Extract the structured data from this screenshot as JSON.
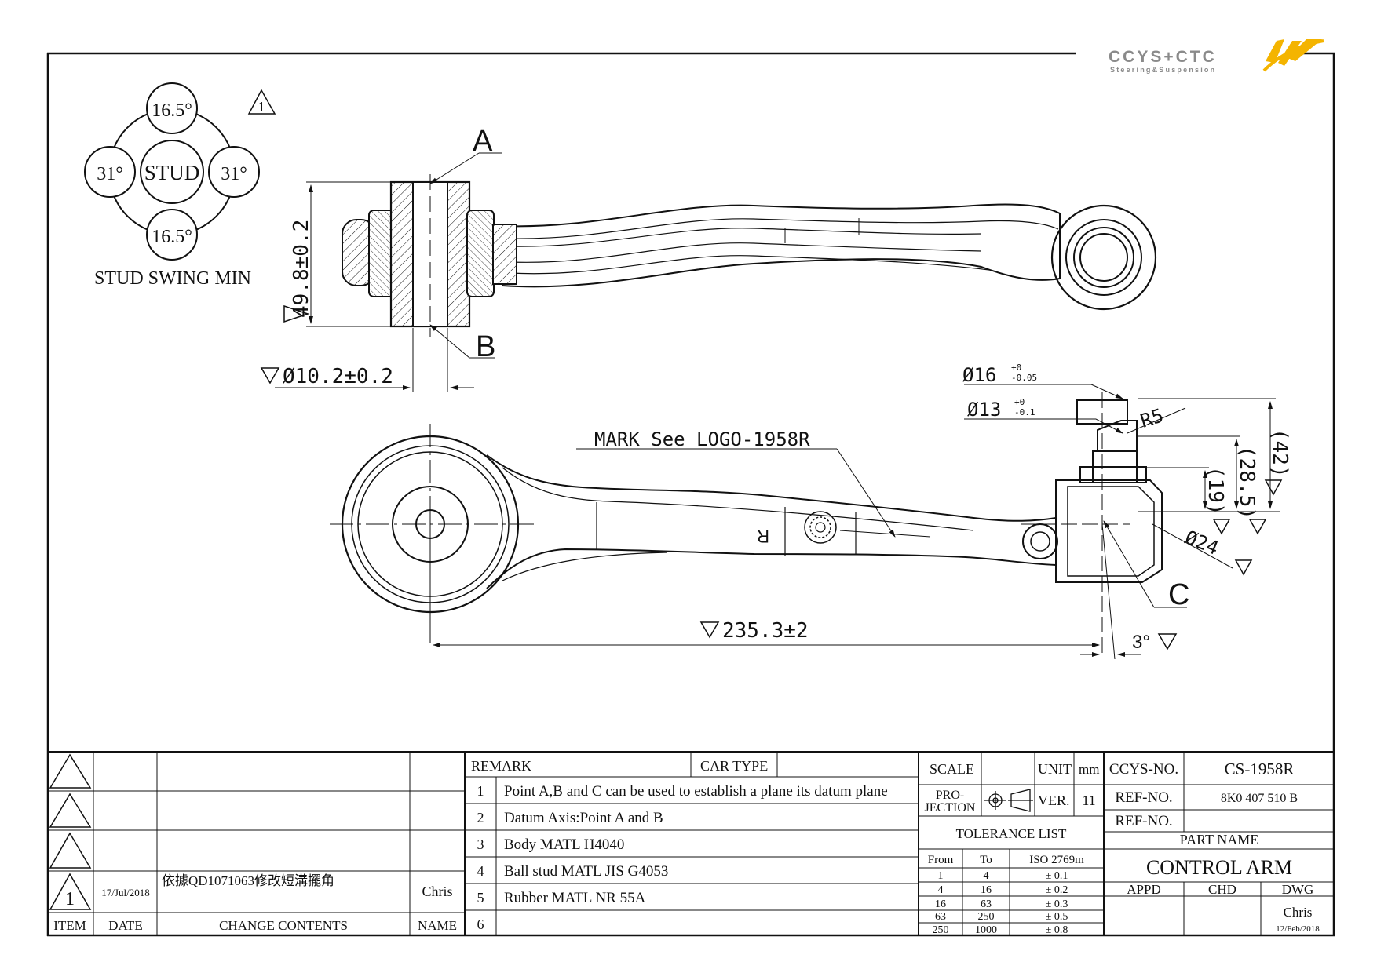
{
  "brand": {
    "logo_text": "CCYS+CTC",
    "tagline": "Steering&Suspension",
    "accent_color": "#f4b400",
    "gray_color": "#8a8a8a"
  },
  "stud_swing": {
    "center": "STUD",
    "top": "16.5°",
    "bottom": "16.5°",
    "left": "31°",
    "right": "31°",
    "caption": "STUD SWING MIN"
  },
  "revision_mark": "1",
  "dimensions": {
    "point_a": "A",
    "point_b": "B",
    "point_c": "C",
    "height": "49.8±0.2",
    "bore": "Ø10.2±0.2",
    "stud_d16": "Ø16",
    "stud_d16_tol_upper": "+0",
    "stud_d16_tol_lower": "-0.05",
    "stud_d13": "Ø13",
    "stud_d13_tol_upper": "+0",
    "stud_d13_tol_lower": "-0.1",
    "radius": "R5",
    "dim_42": "(42)",
    "dim_28_5": "(28.5)",
    "dim_19": "(19)",
    "dim_24": "Ø24",
    "length": "235.3±2",
    "angle": "3°",
    "mark_note": "MARK See LOGO-1958R",
    "part_mark": "R"
  },
  "revision_table": {
    "headers": {
      "item": "ITEM",
      "date": "DATE",
      "contents": "CHANGE CONTENTS",
      "name": "NAME"
    },
    "rows": [
      {
        "item": "",
        "date": "",
        "contents": "",
        "name": ""
      },
      {
        "item": "",
        "date": "",
        "contents": "",
        "name": ""
      },
      {
        "item": "",
        "date": "",
        "contents": "",
        "name": ""
      },
      {
        "item": "1",
        "date": "17/Jul/2018",
        "contents": "依據QD1071063修改短溝擺角",
        "name": "Chris"
      }
    ]
  },
  "remarks": {
    "header": "REMARK",
    "car_type_label": "CAR TYPE",
    "car_type_value": "",
    "items": [
      {
        "no": "1",
        "text": "Point A,B and C can be used to establish a plane its datum plane"
      },
      {
        "no": "2",
        "text": "Datum Axis:Point A and B"
      },
      {
        "no": "3",
        "text": "Body MATL H4040"
      },
      {
        "no": "4",
        "text": "Ball stud MATL JIS G4053"
      },
      {
        "no": "5",
        "text": "Rubber MATL NR 55A"
      },
      {
        "no": "6",
        "text": ""
      }
    ]
  },
  "spec": {
    "scale_label": "SCALE",
    "scale_value": "",
    "unit_label": "UNIT",
    "unit_value": "mm",
    "projection_label_1": "PRO-",
    "projection_label_2": "JECTION",
    "ver_label": "VER.",
    "ver_value": "11",
    "tolerance_title": "TOLERANCE LIST",
    "tol_headers": [
      "From",
      "To",
      "ISO 2769m"
    ],
    "tolerances": [
      [
        "1",
        "4",
        "± 0.1"
      ],
      [
        "4",
        "16",
        "± 0.2"
      ],
      [
        "16",
        "63",
        "± 0.3"
      ],
      [
        "63",
        "250",
        "± 0.5"
      ],
      [
        "250",
        "1000",
        "± 0.8"
      ]
    ]
  },
  "title_block": {
    "ccys_no_label": "CCYS-NO.",
    "ccys_no": "CS-1958R",
    "ref_no_label": "REF-NO.",
    "ref_no_1": "8K0 407 510 B",
    "ref_no_label_2": "REF-NO.",
    "ref_no_2": "",
    "part_name_label": "PART NAME",
    "part_name": "CONTROL ARM",
    "appd": "APPD",
    "chd": "CHD",
    "dwg": "DWG",
    "drawer": "Chris",
    "draw_date": "12/Feb/2018"
  }
}
